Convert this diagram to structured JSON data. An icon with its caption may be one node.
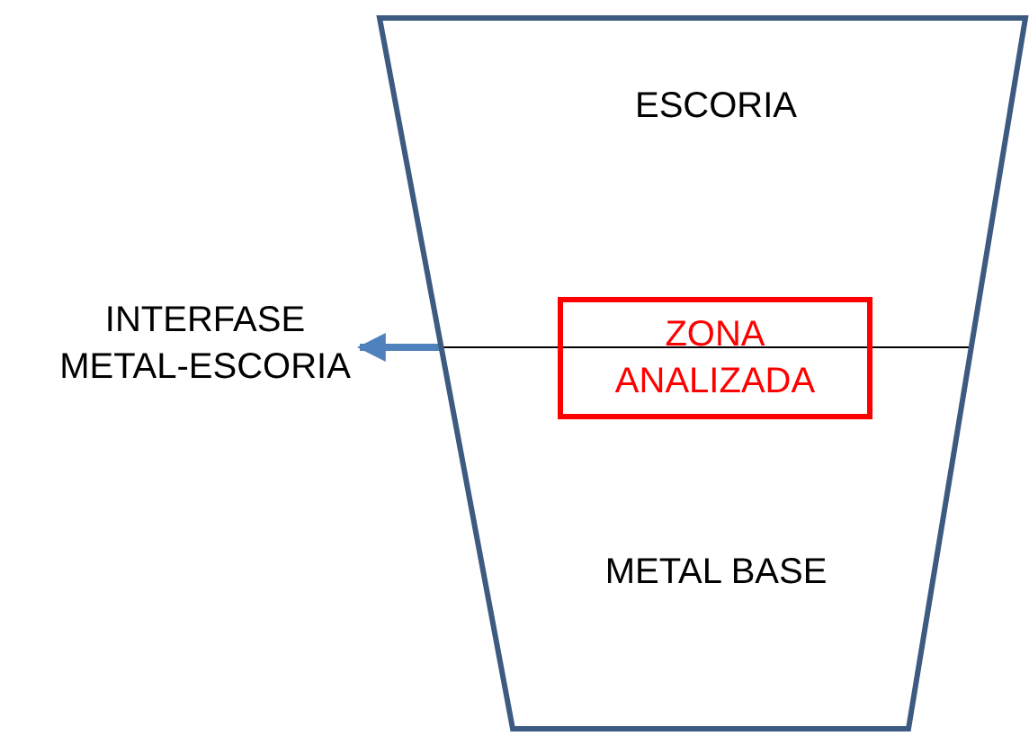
{
  "diagram": {
    "nodes": [
      {
        "text": [],
        "shape": "trapezoid"
      },
      {
        "text": [
          "ZONA ANALIZADA"
        ],
        "in": 0
      },
      {
        "text": [
          "INTERFASE METAL-ESCORIA"
        ]
      }
    ],
    "edges": [
      {
        "from": 0,
        "to": 2,
        "arrow": "to"
      }
    ],
    "labels": [
      "ESCORIA",
      "METAL BASE"
    ]
  }
}
